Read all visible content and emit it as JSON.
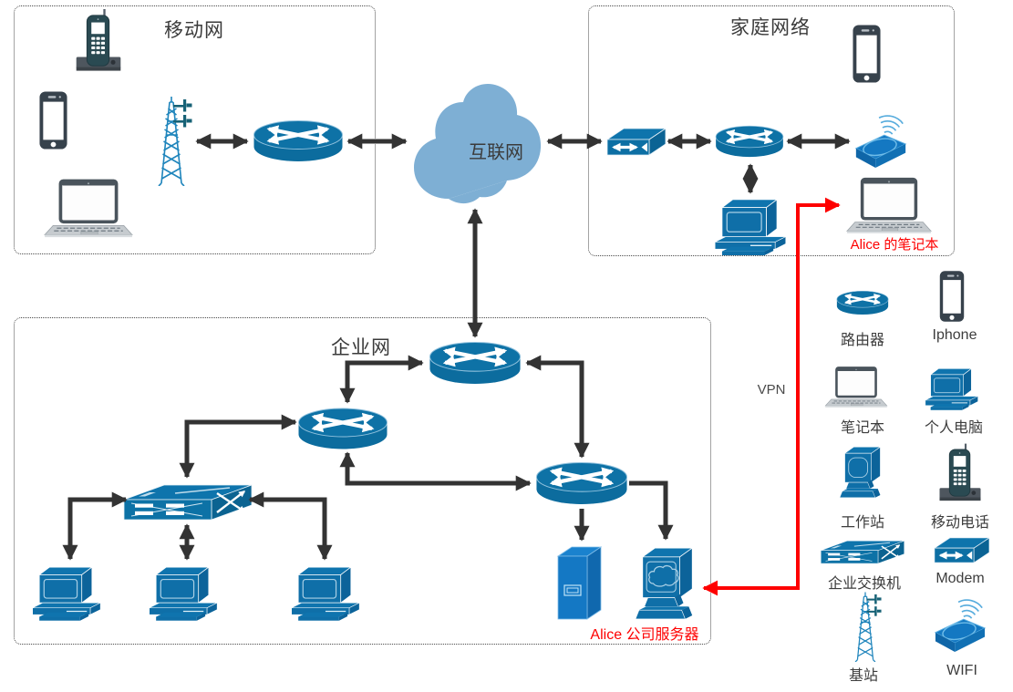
{
  "regions": {
    "mobile": {
      "title": "移动网"
    },
    "home": {
      "title": "家庭网络"
    },
    "enterprise": {
      "title": "企业网"
    }
  },
  "cloud": {
    "label": "互联网"
  },
  "vpn": {
    "label": "VPN"
  },
  "annotations": {
    "alice_laptop": "Alice 的笔记本",
    "alice_server": "Alice 公司服务器"
  },
  "legend": {
    "items": [
      {
        "icon": "router-icon",
        "label": "路由器"
      },
      {
        "icon": "iphone-icon",
        "label": "Iphone"
      },
      {
        "icon": "laptop-icon",
        "label": "笔记本"
      },
      {
        "icon": "pc-icon",
        "label": "个人电脑"
      },
      {
        "icon": "workstation-icon",
        "label": "工作站"
      },
      {
        "icon": "mobile-phone-icon",
        "label": "移动电话"
      },
      {
        "icon": "enterprise-switch-icon",
        "label": "企业交换机"
      },
      {
        "icon": "modem-icon",
        "label": "Modem"
      },
      {
        "icon": "base-station-icon",
        "label": "基站"
      },
      {
        "icon": "wifi-icon",
        "label": "WIFI"
      }
    ]
  },
  "colors": {
    "device_blue": "#0E6FA6",
    "bright_blue": "#1478C4",
    "cloud_blue": "#7EAFD4",
    "arrow_black": "#333333",
    "vpn_red": "#FE0000",
    "text_dark": "#3B3B3B"
  }
}
